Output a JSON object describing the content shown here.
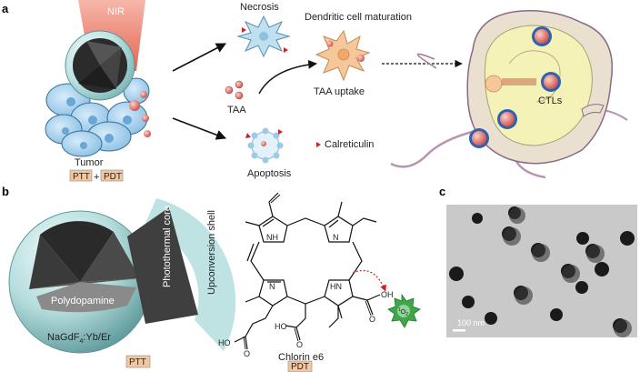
{
  "panels": {
    "a": "a",
    "b": "b",
    "c": "c"
  },
  "panel_a": {
    "nir": "NIR",
    "tumor": "Tumor",
    "ptt": "PTT",
    "plus": "+",
    "pdt": "PDT",
    "necrosis": "Necrosis",
    "dendritic": "Dendritic cell maturation",
    "taa": "TAA",
    "taa_uptake": "TAA uptake",
    "apoptosis": "Apoptosis",
    "calreticulin": "Calreticulin",
    "ctls": "CTLs"
  },
  "panel_b": {
    "photothermal_core": "Photothermal core",
    "upconversion_shell": "Upconversion shell",
    "polydopamine": "Polydopamine",
    "nagdf_main": "NaGdF",
    "nagdf_sub": "4",
    "nagdf_rest": ":Yb/Er",
    "ptt": "PTT",
    "chlorin": "Chlorin e6",
    "pdt": "PDT",
    "nh1": "NH",
    "n1": "N",
    "n2": "N",
    "hn": "HN",
    "ho1": "HO",
    "o1": "O",
    "ho2": "HO",
    "o2": "O",
    "o3": "O",
    "oh": "OH",
    "singlet_sup": "1",
    "singlet_o": "O",
    "singlet_sub": "2"
  },
  "panel_c": {
    "scale": "100 nm"
  },
  "colors": {
    "tag_fill": "#f4c7a1",
    "shell": "#bfe3e3",
    "core": "#3a3a3a",
    "cell_blue": "#a9d3ee",
    "nir_red": "#e8806a",
    "dendritic": "#f6c79b",
    "particle": "#d9605a",
    "arrow_red": "#d02020"
  }
}
